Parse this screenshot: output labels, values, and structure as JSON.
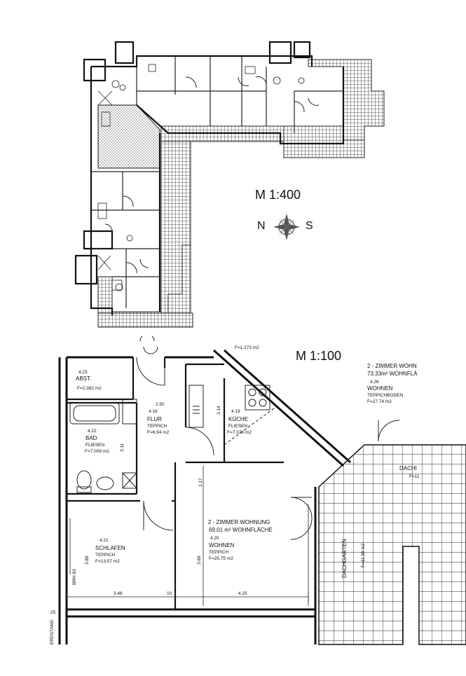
{
  "overview": {
    "scale": "M 1:400",
    "compass": {
      "left": "N",
      "right": "S"
    }
  },
  "detail": {
    "scale": "M 1:100",
    "top_label": "F=1.273 m2",
    "rooms": [
      {
        "id": "abst",
        "number": "4.23",
        "name": "ABST.",
        "area": "F=2.382 m2"
      },
      {
        "id": "flur",
        "number": "4.16",
        "name": "FLUR",
        "floor": "TEPPICH",
        "area": "F=6.94 m2",
        "note": "2.50"
      },
      {
        "id": "kueche",
        "number": "4.19",
        "name": "KÜCHE",
        "floor": "FLIESEN",
        "area": "F=7.376 m2",
        "dim": "3.14"
      },
      {
        "id": "bad",
        "number": "4.22",
        "name": "BAD",
        "floor": "FLIESEN",
        "area": "F=7.009 m2",
        "dim": "3.11"
      },
      {
        "id": "schlafen",
        "number": "4.21",
        "name": "SCHLAFEN",
        "floor": "TEPPICH",
        "area": "F=13.57 m2",
        "dim": "3.89"
      },
      {
        "id": "wohnen",
        "number": "4.20",
        "name": "WOHNEN",
        "floor": "TEPPICH",
        "area": "F=25.75 m2",
        "dim": "3.89"
      }
    ],
    "apartment": {
      "title": "2 - ZIMMER WOHNUNG",
      "area": "69.01 m² WOHNFLÄCHE"
    },
    "neighbor": {
      "title": "2 - ZIMMER WOHN",
      "area": "73.33m² WOHNFLÄ",
      "number": "4.26",
      "name": "WOHNEN",
      "floor": "TEPPICHBODEN",
      "room_area": "F=27.74 m2"
    },
    "terrace": {
      "name": "DACHGARTEN",
      "area": "F=11.99 m2"
    },
    "roof_label": "DACHI",
    "roof_area": "F=11",
    "dims": {
      "schlafen_width": "3.48",
      "wall": "10",
      "wohnen_width": "4.25",
      "misc": "1.17",
      "sill": "BRH 83",
      "left_edge": "ERDSTAND",
      "left_num": "25"
    }
  }
}
